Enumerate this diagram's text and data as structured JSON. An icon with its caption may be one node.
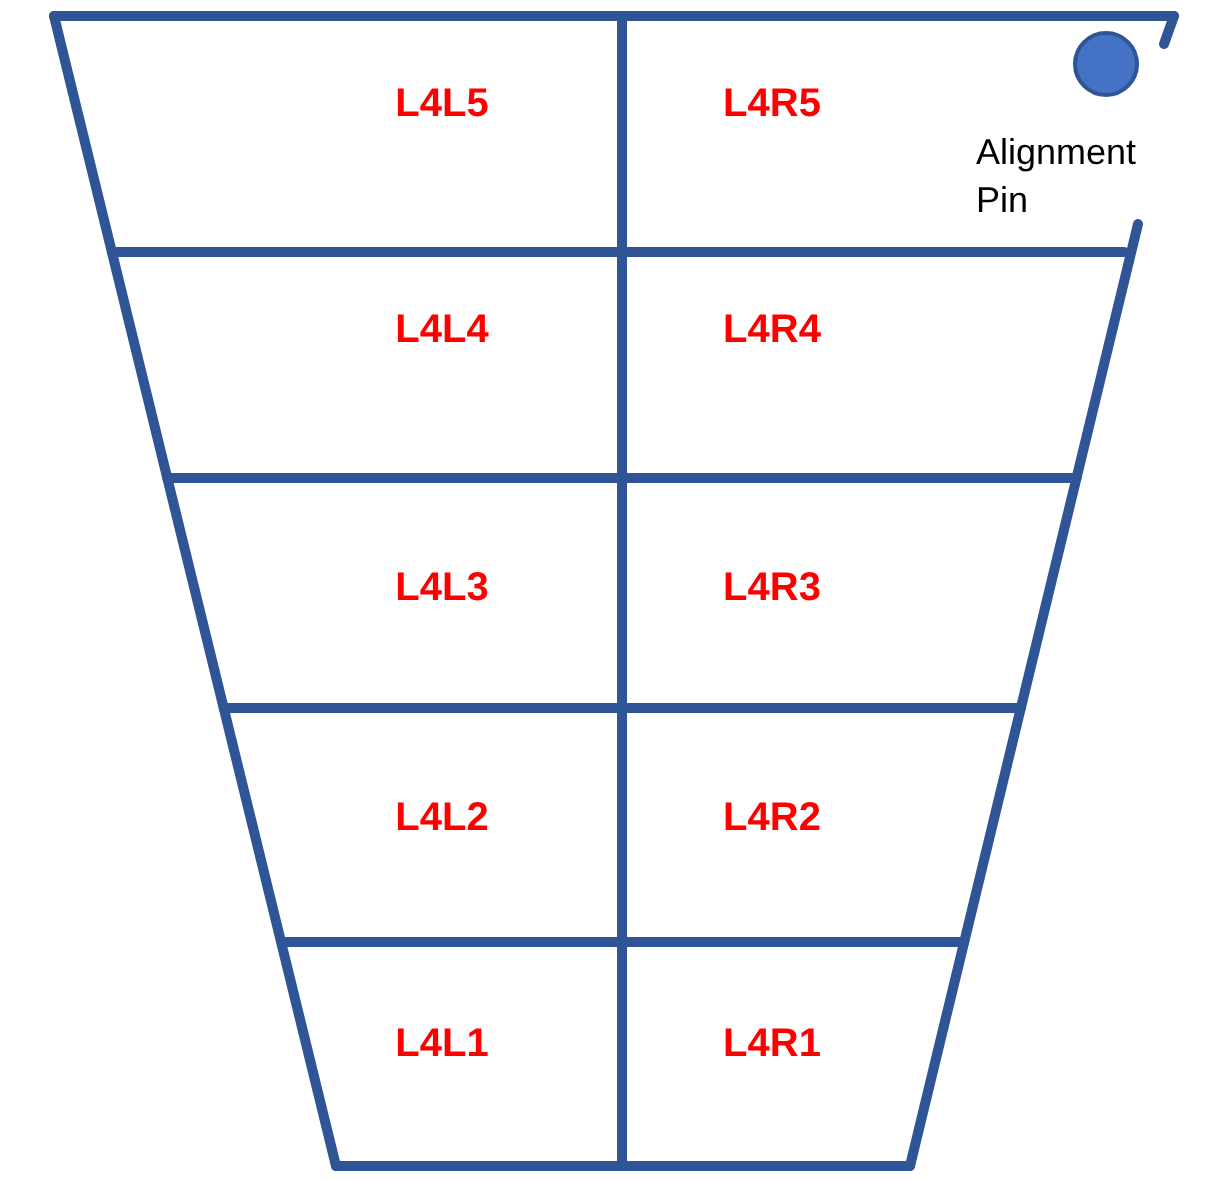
{
  "diagram": {
    "nodes": [
      {
        "text": [
          "L4L5"
        ]
      },
      {
        "text": [
          "L4R5"
        ]
      },
      {
        "text": [],
        "shape": "circle",
        "beside": [
          "Alignment Pin"
        ]
      },
      {
        "text": [
          "L4L4"
        ]
      },
      {
        "text": [
          "L4R4"
        ]
      },
      {
        "text": [
          "L4L3"
        ]
      },
      {
        "text": [
          "L4R3"
        ]
      },
      {
        "text": [
          "L4L2"
        ]
      },
      {
        "text": [
          "L4R2"
        ]
      },
      {
        "text": [
          "L4L1"
        ]
      },
      {
        "text": [
          "L4R1"
        ]
      }
    ]
  }
}
